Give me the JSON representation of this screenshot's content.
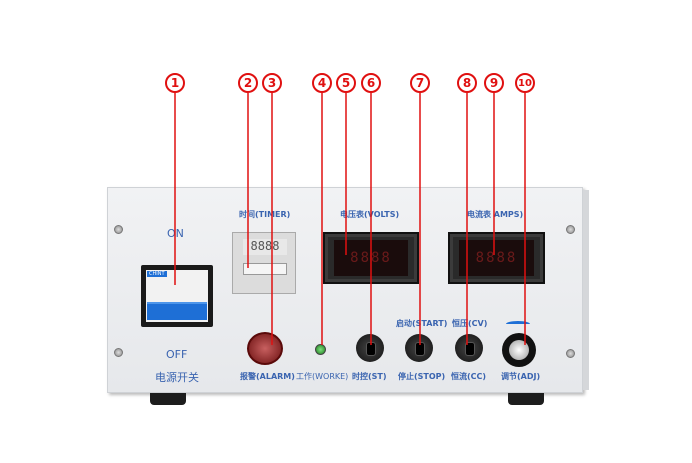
{
  "callouts": [
    "1",
    "2",
    "3",
    "4",
    "5",
    "6",
    "7",
    "8",
    "9",
    "10"
  ],
  "panel": {
    "switch": {
      "on": "ON",
      "off": "OFF",
      "name": "电源开关",
      "brand": "CHINT"
    },
    "timer": {
      "label": "时间(TIMER)",
      "display": "8888"
    },
    "volts": {
      "label": "电压表(VOLTS)",
      "display": "8888"
    },
    "amps": {
      "label": "电流表 AMPS)",
      "display": "8888"
    },
    "alarm": "报警(ALARM)",
    "work": "工作(WORKE)",
    "st": "时控(ST)",
    "start": "启动(START)",
    "stop": "停止(STOP)",
    "cv": "恒压(CV)",
    "cc": "恒流(CC)",
    "adj": "调节(ADJ)"
  },
  "colors": {
    "callout": "#e01010",
    "label": "#3a64b0",
    "breaker": "#1e6fd6",
    "led": "#2ecc40"
  }
}
